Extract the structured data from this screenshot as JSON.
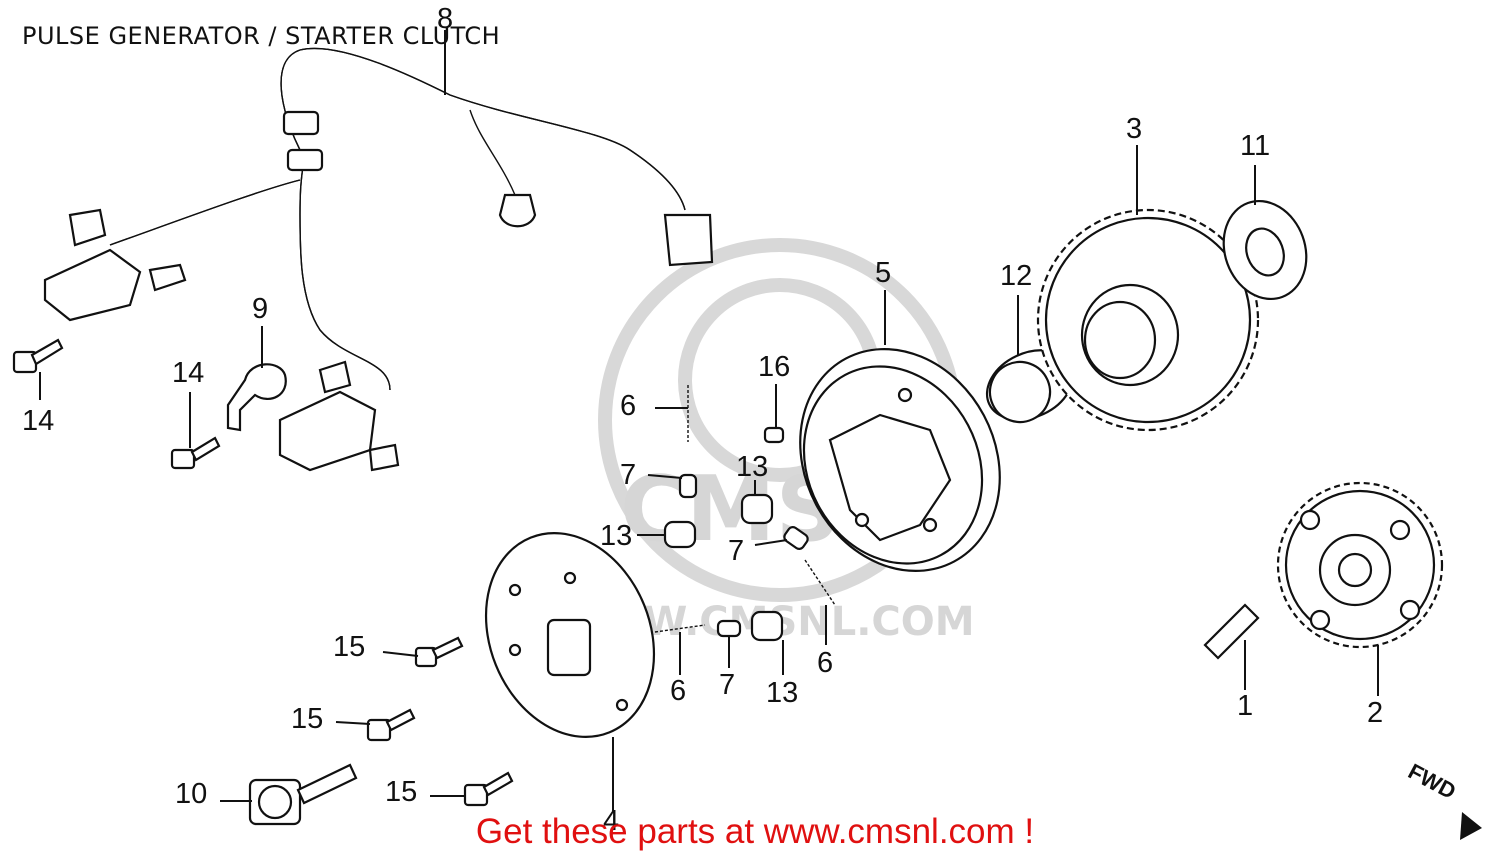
{
  "title": "PULSE GENERATOR / STARTER CLUTCH",
  "footer": "Get these parts at www.cmsnl.com !",
  "watermark": {
    "url": "WWW.CMSNL.COM",
    "brand": "CMS"
  },
  "direction_marker": "FWD",
  "callouts": [
    "1",
    "2",
    "3",
    "4",
    "5",
    "6",
    "6",
    "6",
    "7",
    "7",
    "7",
    "8",
    "9",
    "10",
    "11",
    "12",
    "13",
    "13",
    "13",
    "14",
    "14",
    "15",
    "15",
    "15",
    "16"
  ],
  "colors": {
    "footer_text": "#e01010",
    "line_art": "#111111",
    "watermark": "#d8d8d8"
  }
}
